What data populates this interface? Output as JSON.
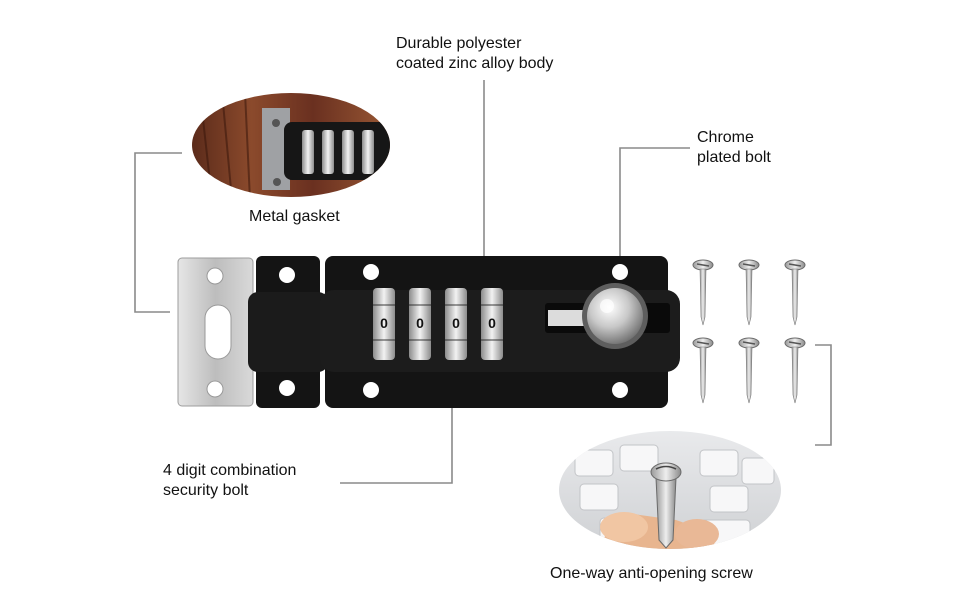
{
  "labels": {
    "body": [
      "Durable polyester",
      "coated zinc alloy body"
    ],
    "bolt": [
      "Chrome",
      "plated bolt"
    ],
    "gasket": "Metal gasket",
    "combination": [
      "4 digit combination",
      "security bolt"
    ],
    "screw": "One-way anti-opening screw"
  },
  "dials": [
    "0",
    "0",
    "0",
    "0"
  ],
  "colors": {
    "lock_body": "#141414",
    "leader_line": "#8a8a8a",
    "plate": "#c9c9c9",
    "chrome": "#d8d8d8"
  }
}
